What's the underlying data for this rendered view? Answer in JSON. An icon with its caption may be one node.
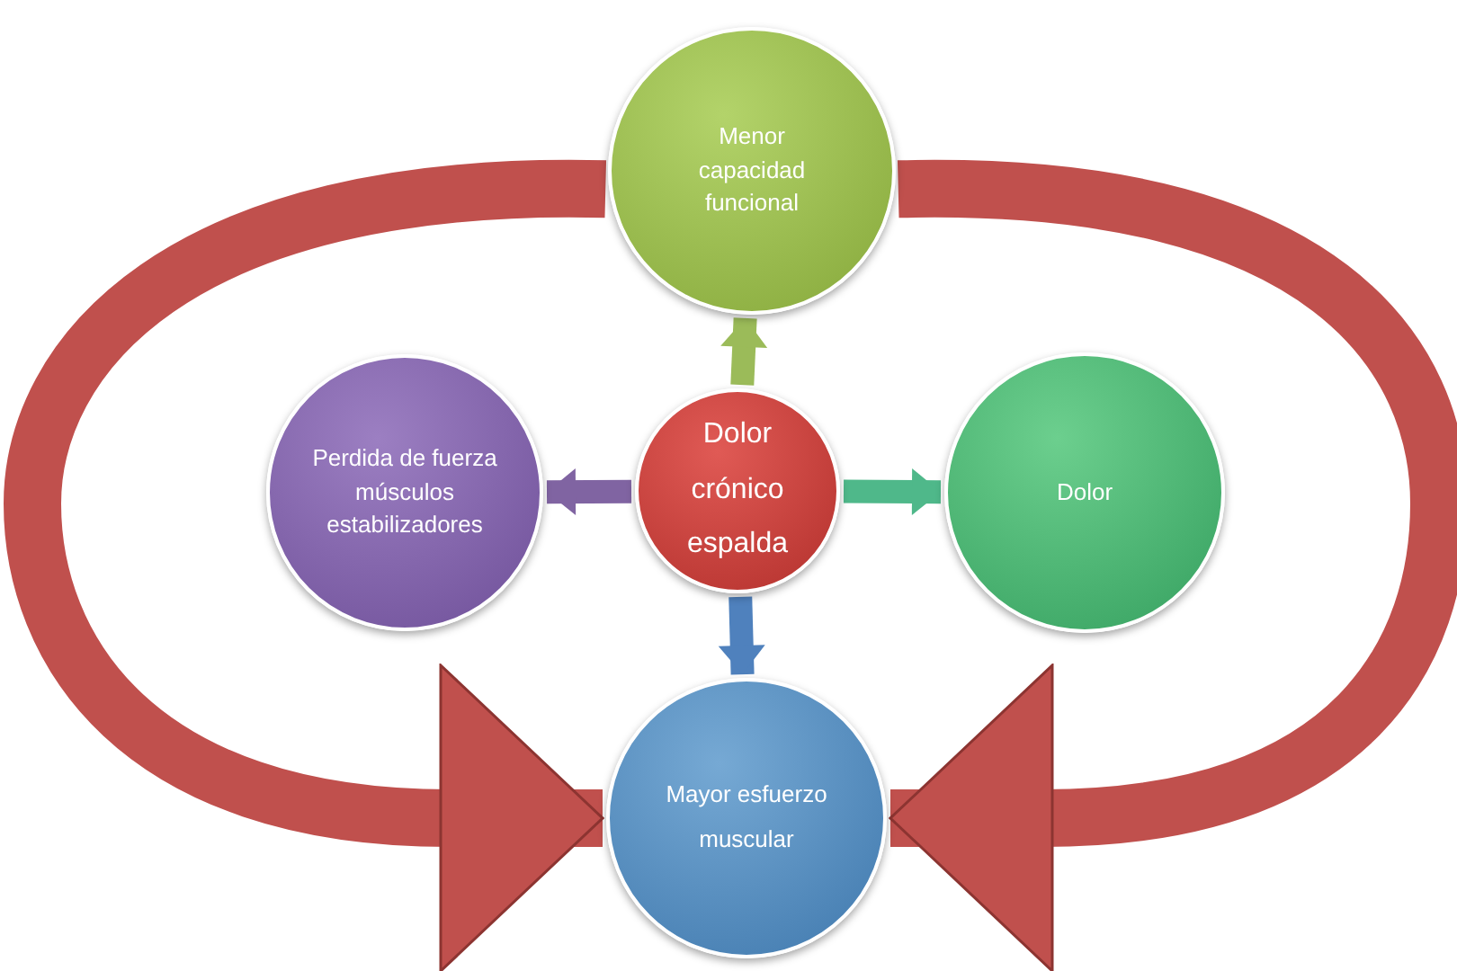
{
  "diagram": {
    "nodes": [
      {
        "text": [
          "Dolor crónico espalda"
        ]
      },
      {
        "text": [
          "Menor capacidad funcional"
        ]
      },
      {
        "text": [
          "Perdida de fuerza músculos estabilizadores"
        ]
      },
      {
        "text": [
          "Dolor"
        ]
      },
      {
        "text": [
          "Mayor esfuerzo muscular"
        ]
      }
    ],
    "edges": [
      {
        "from": 0,
        "to": 1,
        "arrow": "to",
        "color": "#9bbb59"
      },
      {
        "from": 0,
        "to": 2,
        "arrow": "to",
        "color": "#8064a2"
      },
      {
        "from": 0,
        "to": 3,
        "arrow": "to",
        "color": "#4fb88a"
      },
      {
        "from": 0,
        "to": 4,
        "arrow": "to",
        "color": "#4f81bd"
      },
      {
        "from": 1,
        "to": 4,
        "arrow": "to",
        "style": "thick",
        "color": "#c0504d"
      },
      {
        "from": 1,
        "to": 4,
        "arrow": "to",
        "style": "thick",
        "color": "#c0504d"
      }
    ]
  }
}
